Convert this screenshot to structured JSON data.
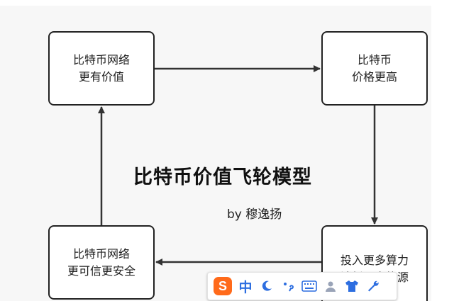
{
  "diagram": {
    "title": "比特币价值飞轮模型",
    "byline": "by 穆逸扬",
    "nodes": {
      "top_left": {
        "line1": "比特币网络",
        "line2": "更有价值"
      },
      "top_right": {
        "line1": "比特币",
        "line2": "价格更高"
      },
      "bottom_right": {
        "line1": "投入更多算力",
        "line2": "消耗更多能源"
      },
      "bottom_left": {
        "line1": "比特币网络",
        "line2": "更可信更安全"
      }
    }
  },
  "ime_toolbar": {
    "logo": "S",
    "mode": "中",
    "icons": [
      "moon-icon",
      "punctuation-icon",
      "keyboard-icon",
      "user-icon",
      "shirt-icon",
      "wrench-icon"
    ],
    "accent_color": "#2d6ee0",
    "logo_color": "#ff6a1a"
  }
}
